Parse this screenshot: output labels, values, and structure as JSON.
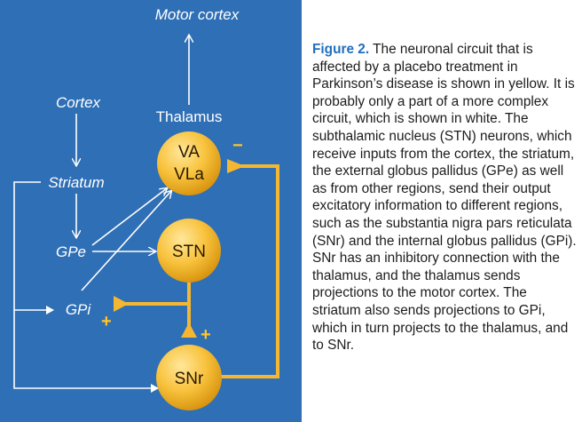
{
  "labels": {
    "motor_cortex": "Motor cortex",
    "thalamus": "Thalamus",
    "cortex": "Cortex",
    "striatum": "Striatum",
    "gpe": "GPe",
    "gpi": "GPi"
  },
  "nodes": {
    "va": "VA",
    "vla": "VLa",
    "stn": "STN",
    "snr": "SNr"
  },
  "signs": {
    "minus": "−",
    "plus_gpi": "+",
    "plus_snr": "+"
  },
  "caption": {
    "lead": "Figure 2.",
    "body": "The neuronal circuit that is affected by a placebo treatment in Parkinson’s disease is shown in yellow. It is probably only a part of a more complex circuit, which is shown in white. The subthalamic nucleus (STN) neurons, which receive inputs from the cortex, the striatum, the external globus pallidus (GPe) as well as from other regions, send their output excitatory information to different regions, such as the substantia nigra pars reticulata (SNr) and the internal globus pallidus (GPi). SNr has an inhibitory connection with the thalamus, and the thalamus sends projections to the motor cortex. The striatum also sends projections to GPi, which in turn projects to the thalamus, and to SNr."
  },
  "colors": {
    "panel": "#2f6fb5",
    "yellow": "#f5b731",
    "white_path": "#ffffff",
    "caption_lead": "#1f6fc0"
  }
}
